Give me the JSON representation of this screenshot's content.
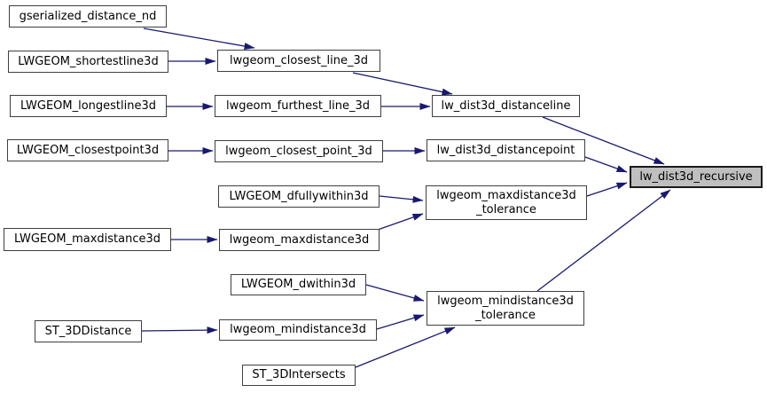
{
  "diagram": {
    "kind": "doxygen-call-graph",
    "highlighted_node": "lw_dist3d_recursive",
    "colors": {
      "edge": "#191970",
      "node_border": "#3f3f3f",
      "node_fill": "#ffffff",
      "highlight_fill": "#bfbfbf",
      "text": "#000000",
      "background": "#ffffff"
    },
    "nodes": [
      {
        "id": "gserialized_distance_nd",
        "label": "gserialized_distance_nd"
      },
      {
        "id": "LWGEOM_shortestline3d",
        "label": "LWGEOM_shortestline3d"
      },
      {
        "id": "LWGEOM_longestline3d",
        "label": "LWGEOM_longestline3d"
      },
      {
        "id": "LWGEOM_closestpoint3d",
        "label": "LWGEOM_closestpoint3d"
      },
      {
        "id": "LWGEOM_maxdistance3d",
        "label": "LWGEOM_maxdistance3d"
      },
      {
        "id": "ST_3DDistance",
        "label": "ST_3DDistance"
      },
      {
        "id": "lwgeom_closest_line_3d",
        "label": "lwgeom_closest_line_3d"
      },
      {
        "id": "lwgeom_furthest_line_3d",
        "label": "lwgeom_furthest_line_3d"
      },
      {
        "id": "lwgeom_closest_point_3d",
        "label": "lwgeom_closest_point_3d"
      },
      {
        "id": "LWGEOM_dfullywithin3d",
        "label": "LWGEOM_dfullywithin3d"
      },
      {
        "id": "lwgeom_maxdistance3d",
        "label": "lwgeom_maxdistance3d"
      },
      {
        "id": "LWGEOM_dwithin3d",
        "label": "LWGEOM_dwithin3d"
      },
      {
        "id": "lwgeom_mindistance3d",
        "label": "lwgeom_mindistance3d"
      },
      {
        "id": "ST_3DIntersects",
        "label": "ST_3DIntersects"
      },
      {
        "id": "lw_dist3d_distanceline",
        "label": "lw_dist3d_distanceline"
      },
      {
        "id": "lw_dist3d_distancepoint",
        "label": "lw_dist3d_distancepoint"
      },
      {
        "id": "lwgeom_maxdistance3d_tolerance",
        "label": "lwgeom_maxdistance3d\n_tolerance"
      },
      {
        "id": "lwgeom_mindistance3d_tolerance",
        "label": "lwgeom_mindistance3d\n_tolerance"
      },
      {
        "id": "lw_dist3d_recursive",
        "label": "lw_dist3d_recursive"
      }
    ],
    "edges": [
      {
        "from": "gserialized_distance_nd",
        "to": "lwgeom_closest_line_3d"
      },
      {
        "from": "LWGEOM_shortestline3d",
        "to": "lwgeom_closest_line_3d"
      },
      {
        "from": "LWGEOM_longestline3d",
        "to": "lwgeom_furthest_line_3d"
      },
      {
        "from": "LWGEOM_closestpoint3d",
        "to": "lwgeom_closest_point_3d"
      },
      {
        "from": "LWGEOM_maxdistance3d",
        "to": "lwgeom_maxdistance3d"
      },
      {
        "from": "ST_3DDistance",
        "to": "lwgeom_mindistance3d"
      },
      {
        "from": "lwgeom_closest_line_3d",
        "to": "lw_dist3d_distanceline"
      },
      {
        "from": "lwgeom_furthest_line_3d",
        "to": "lw_dist3d_distanceline"
      },
      {
        "from": "lwgeom_closest_point_3d",
        "to": "lw_dist3d_distancepoint"
      },
      {
        "from": "LWGEOM_dfullywithin3d",
        "to": "lwgeom_maxdistance3d_tolerance"
      },
      {
        "from": "lwgeom_maxdistance3d",
        "to": "lwgeom_maxdistance3d_tolerance"
      },
      {
        "from": "LWGEOM_dwithin3d",
        "to": "lwgeom_mindistance3d_tolerance"
      },
      {
        "from": "lwgeom_mindistance3d",
        "to": "lwgeom_mindistance3d_tolerance"
      },
      {
        "from": "ST_3DIntersects",
        "to": "lwgeom_mindistance3d_tolerance"
      },
      {
        "from": "lw_dist3d_distanceline",
        "to": "lw_dist3d_recursive"
      },
      {
        "from": "lw_dist3d_distancepoint",
        "to": "lw_dist3d_recursive"
      },
      {
        "from": "lwgeom_maxdistance3d_tolerance",
        "to": "lw_dist3d_recursive"
      },
      {
        "from": "lwgeom_mindistance3d_tolerance",
        "to": "lw_dist3d_recursive"
      }
    ]
  }
}
